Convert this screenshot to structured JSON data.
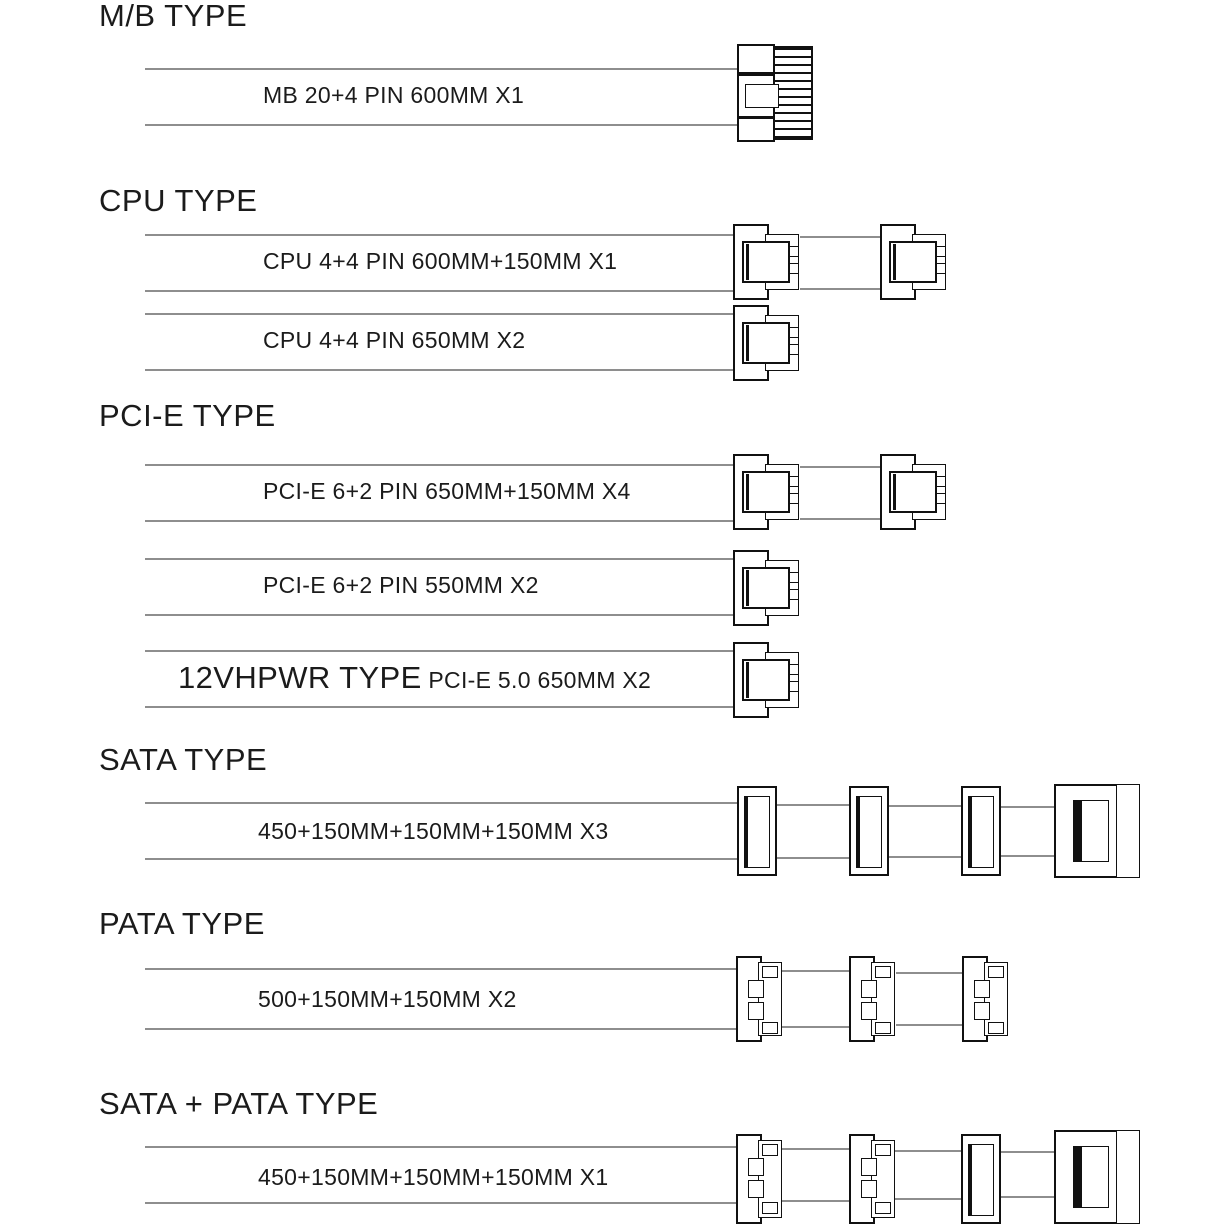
{
  "page": {
    "background_color": "#ffffff",
    "line_color": "#8e8e8e",
    "ink_color": "#111111"
  },
  "sections": [
    {
      "id": "mb",
      "title": "M/B TYPE",
      "rows": [
        {
          "label": "MB 20+4 PIN 600MM  X1",
          "connectors": [
            "mb-24pin"
          ]
        }
      ]
    },
    {
      "id": "cpu",
      "title": "CPU TYPE",
      "rows": [
        {
          "label": "CPU 4+4 PIN 600MM+150MM  X1",
          "connectors": [
            "cpu-8pin",
            "cpu-8pin"
          ]
        },
        {
          "label": "CPU 4+4 PIN 650MM X2",
          "connectors": [
            "cpu-8pin"
          ]
        }
      ]
    },
    {
      "id": "pcie",
      "title": "PCI-E TYPE",
      "rows": [
        {
          "label": "PCI-E 6+2 PIN 650MM+150MM  X4",
          "connectors": [
            "pcie-8pin",
            "pcie-8pin"
          ]
        },
        {
          "label": "PCI-E 6+2 PIN 550MM X2",
          "connectors": [
            "pcie-8pin"
          ]
        },
        {
          "label_big": "12VHPWR TYPE",
          "label": "PCI-E 5.0 650MM X2",
          "connectors": [
            "pcie-12vhpwr"
          ]
        }
      ]
    },
    {
      "id": "sata",
      "title": "SATA TYPE",
      "rows": [
        {
          "label": "450+150MM+150MM+150MM  X3",
          "connectors": [
            "sata",
            "sata",
            "sata",
            "sata-end"
          ]
        }
      ]
    },
    {
      "id": "pata",
      "title": "PATA TYPE",
      "rows": [
        {
          "label": "500+150MM+150MM X2",
          "connectors": [
            "pata",
            "pata",
            "pata"
          ]
        }
      ]
    },
    {
      "id": "sata-pata",
      "title": "SATA + PATA TYPE",
      "rows": [
        {
          "label": "450+150MM+150MM+150MM X1",
          "connectors": [
            "pata",
            "pata",
            "sata",
            "sata-end"
          ]
        }
      ]
    }
  ],
  "titles": {
    "mb": "M/B TYPE",
    "cpu": "CPU TYPE",
    "pcie": "PCI-E TYPE",
    "sata": "SATA TYPE",
    "pata": "PATA TYPE",
    "sata_pata": "SATA + PATA TYPE"
  },
  "labels": {
    "mb_row1": "MB 20+4 PIN 600MM  X1",
    "cpu_row1": "CPU 4+4 PIN 600MM+150MM  X1",
    "cpu_row2": "CPU 4+4 PIN 650MM X2",
    "pcie_row1": "PCI-E 6+2 PIN 650MM+150MM  X4",
    "pcie_row2": "PCI-E 6+2 PIN 550MM X2",
    "pcie_row3_big": "12VHPWR TYPE",
    "pcie_row3": "PCI-E 5.0 650MM X2",
    "sata_row1": "450+150MM+150MM+150MM  X3",
    "pata_row1": "500+150MM+150MM X2",
    "sata_pata_row1": "450+150MM+150MM+150MM X1"
  }
}
